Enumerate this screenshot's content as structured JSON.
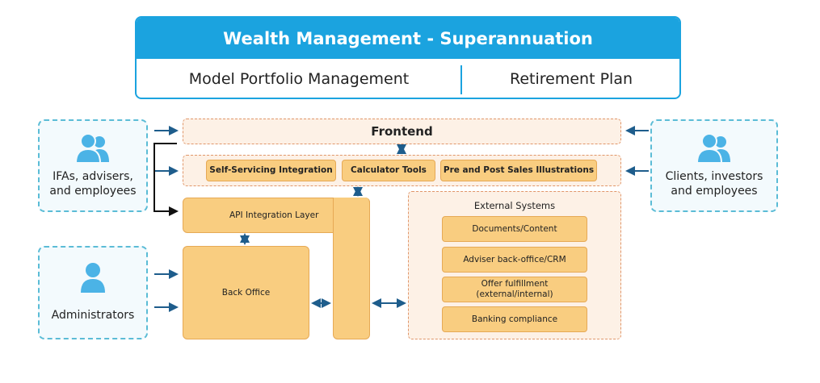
{
  "header": {
    "title": "Wealth Management - Superannuation",
    "left_tab": "Model Portfolio Management",
    "right_tab": "Retirement Plan"
  },
  "actors": {
    "advisers": "IFAs, advisers, and employees",
    "admins": "Administrators",
    "clients": "Clients, investors and employees"
  },
  "frontend": {
    "label": "Frontend",
    "modules": [
      "Self-Servicing Integration",
      "Calculator Tools",
      "Pre and Post Sales Illustrations"
    ]
  },
  "api_layer": "API Integration Layer",
  "back_office": "Back Office",
  "external": {
    "title": "External Systems",
    "items": [
      "Documents/Content",
      "Adviser back-office/CRM",
      "Offer fulfillment (external/internal)",
      "Banking compliance"
    ]
  },
  "colors": {
    "blue": "#1ba3df",
    "orange": "#f9cd80",
    "arrow": "#1e5d8c",
    "actor_border": "#5bbcd6"
  }
}
